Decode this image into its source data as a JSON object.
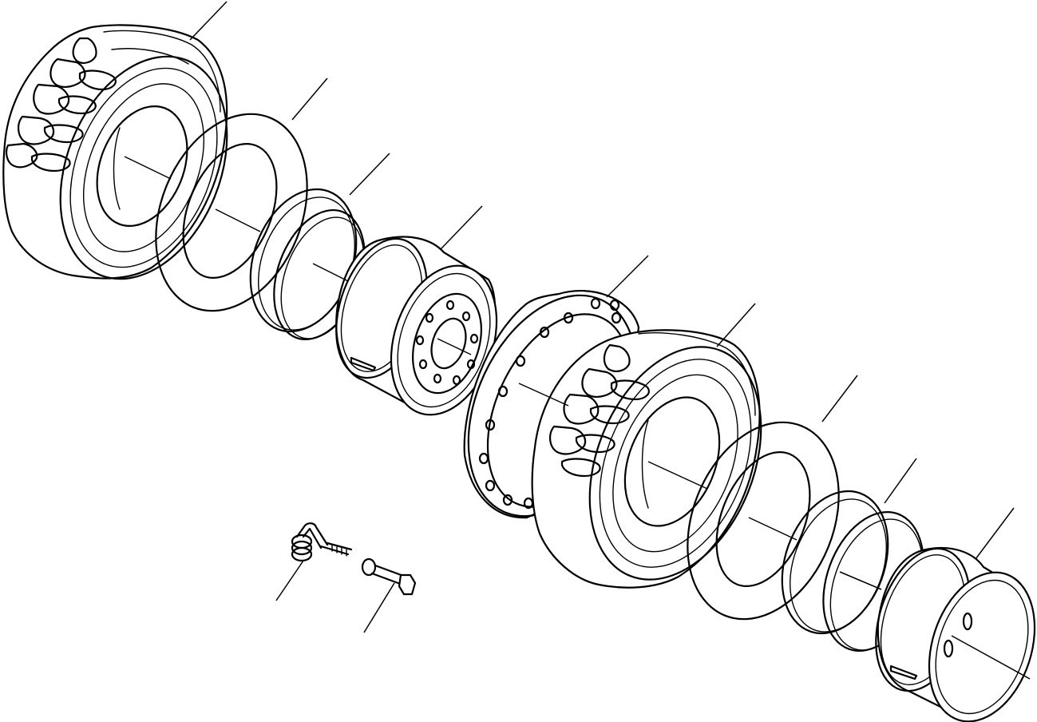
{
  "diagram": {
    "components": [
      "tire-1",
      "flap-1",
      "lock-ring-1",
      "rim-disc",
      "spacer-ring",
      "tire-2",
      "flap-2",
      "lock-ring-2",
      "rim-2",
      "valve-extension",
      "valve-nut"
    ]
  }
}
